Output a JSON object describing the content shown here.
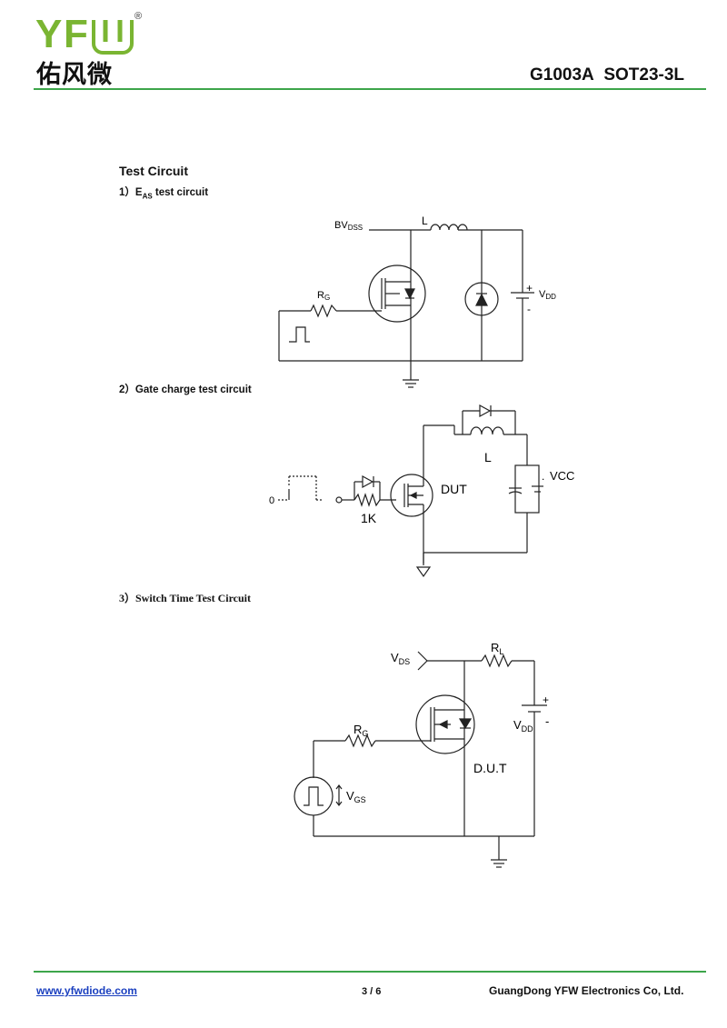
{
  "brand": {
    "logo_letters": [
      "Y",
      "F"
    ],
    "logo_chinese": "佑风微",
    "registered_mark": "®",
    "green": "#7ab532",
    "rule_green": "#3da54a"
  },
  "header": {
    "part_number": "G1003A",
    "package": "SOT23-3L"
  },
  "section": {
    "title": "Test Circuit",
    "eas": {
      "num": "1）",
      "e": "E",
      "sub": "AS",
      "rest": " test circuit"
    },
    "gate": {
      "heading": "2）Gate charge test circuit"
    },
    "switch": {
      "heading": "3）Switch Time Test Circuit"
    }
  },
  "circuit1": {
    "bv": "BV",
    "bv_sub": "DSS",
    "inductor": "L",
    "rg": "R",
    "rg_sub": "G",
    "plus": "+",
    "minus": "-",
    "vdd": "V",
    "vdd_sub": "DD"
  },
  "circuit2": {
    "zero": "0",
    "dut": "DUT",
    "r1k": "1K",
    "inductor": "L",
    "vcc": "VCC",
    "dot": "."
  },
  "circuit3": {
    "vds": "V",
    "vds_sub": "DS",
    "rl": "R",
    "rl_sub": "L",
    "rg": "R",
    "rg_sub": "G",
    "plus": "+",
    "minus": "-",
    "vdd": "V",
    "vdd_sub": "DD",
    "vgs": "V",
    "vgs_sub": "GS",
    "dut": "D.U.T"
  },
  "footer": {
    "url": "www.yfwdiode.com",
    "page": "3 / 6",
    "company": "GuangDong YFW Electronics Co, Ltd."
  }
}
